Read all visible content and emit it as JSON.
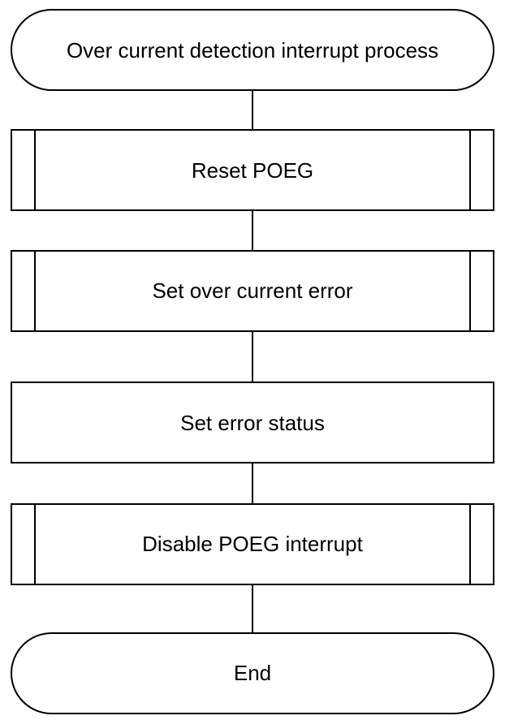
{
  "flowchart": {
    "start": "Over current detection interrupt process",
    "steps": [
      "Reset POEG",
      "Set over current error",
      "Set error status",
      "Disable POEG interrupt"
    ],
    "end": "End"
  }
}
